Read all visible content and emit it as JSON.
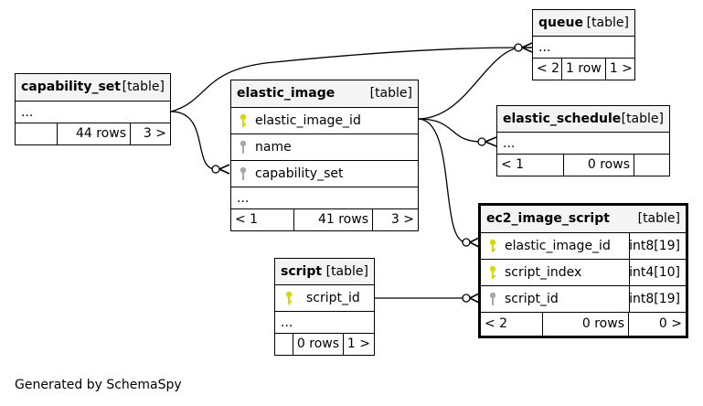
{
  "footer": "Generated by SchemaSpy",
  "colors": {
    "primary_key": "#d9d900",
    "foreign_key": "#a8a8a8",
    "header_bg": "#f4f4f4"
  },
  "tables": {
    "capability_set": {
      "name": "capability_set",
      "type": "[table]",
      "more": "...",
      "parents": "",
      "rows": "44 rows",
      "children": "3 >"
    },
    "elastic_image": {
      "name": "elastic_image",
      "type": "[table]",
      "columns": [
        {
          "name": "elastic_image_id",
          "key": "primary-key"
        },
        {
          "name": "name",
          "key": "column"
        },
        {
          "name": "capability_set",
          "key": "column"
        }
      ],
      "more": "...",
      "parents": "< 1",
      "rows": "41 rows",
      "children": "3 >"
    },
    "queue": {
      "name": "queue",
      "type": "[table]",
      "more": "...",
      "parents": "< 2",
      "rows": "1 row",
      "children": "1 >"
    },
    "elastic_schedule": {
      "name": "elastic_schedule",
      "type": "[table]",
      "more": "...",
      "parents": "< 1",
      "rows": "0 rows",
      "children": ""
    },
    "ec2_image_script": {
      "name": "ec2_image_script",
      "type": "[table]",
      "columns": [
        {
          "name": "elastic_image_id",
          "key": "primary-key",
          "dtype": "int8[19]"
        },
        {
          "name": "script_index",
          "key": "primary-key",
          "dtype": "int4[10]"
        },
        {
          "name": "script_id",
          "key": "column",
          "dtype": "int8[19]"
        }
      ],
      "parents": "< 2",
      "rows": "0 rows",
      "children": "0 >"
    },
    "script": {
      "name": "script",
      "type": "[table]",
      "columns": [
        {
          "name": "script_id",
          "key": "primary-key"
        }
      ],
      "more": "...",
      "parents": "",
      "rows": "0 rows",
      "children": "1 >"
    }
  }
}
